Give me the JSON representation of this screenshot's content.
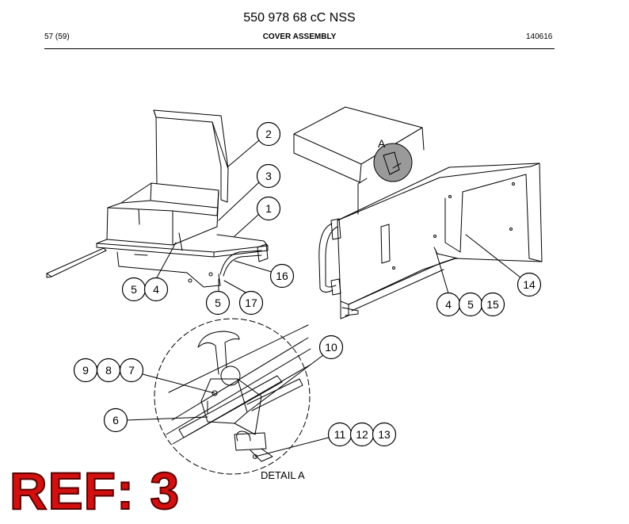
{
  "header": {
    "title": "550 978 68 cC NSS",
    "page": "57 (59)",
    "section": "COVER ASSEMBLY",
    "code": "140616"
  },
  "detail_label": "DETAIL A",
  "view_marker": "A",
  "ref_stamp": "REF: 3",
  "colors": {
    "ink": "#000000",
    "stamp": "#d31010",
    "stamp_outline": "#5a0000",
    "detail_fill": "#9a9a9a"
  },
  "callouts": [
    "2",
    "3",
    "1",
    "16",
    "5",
    "4",
    "5",
    "17",
    "14",
    "4",
    "5",
    "15",
    "10",
    "9",
    "8",
    "7",
    "6",
    "11",
    "12",
    "13"
  ]
}
